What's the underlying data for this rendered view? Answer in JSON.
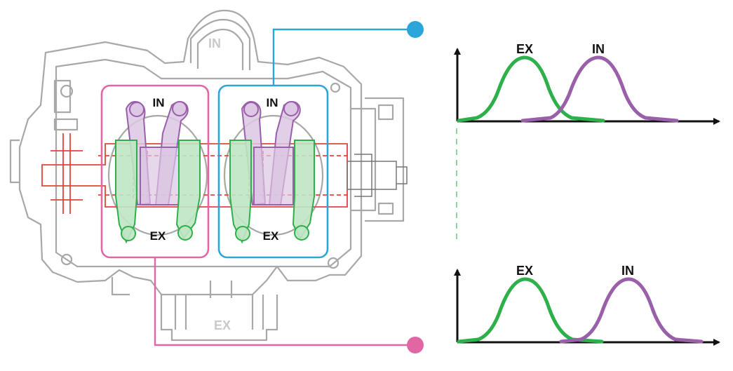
{
  "engine": {
    "head_intake_label": "IN",
    "head_exhaust_label": "EX",
    "left_cylinder": {
      "in_label": "IN",
      "ex_label": "EX"
    },
    "right_cylinder": {
      "in_label": "IN",
      "ex_label": "EX"
    }
  },
  "graphs": {
    "top": {
      "ex_label": "EX",
      "in_label": "IN"
    },
    "bottom": {
      "ex_label": "EX",
      "in_label": "IN"
    }
  },
  "colors": {
    "exhaust_green": "#2db04a",
    "intake_purple": "#9a5fa9",
    "left_box_pink": "#e067a4",
    "right_box_blue": "#2aa6db",
    "camshaft_red": "#e0453a",
    "engine_outline_gray": "#9b9b9b"
  }
}
